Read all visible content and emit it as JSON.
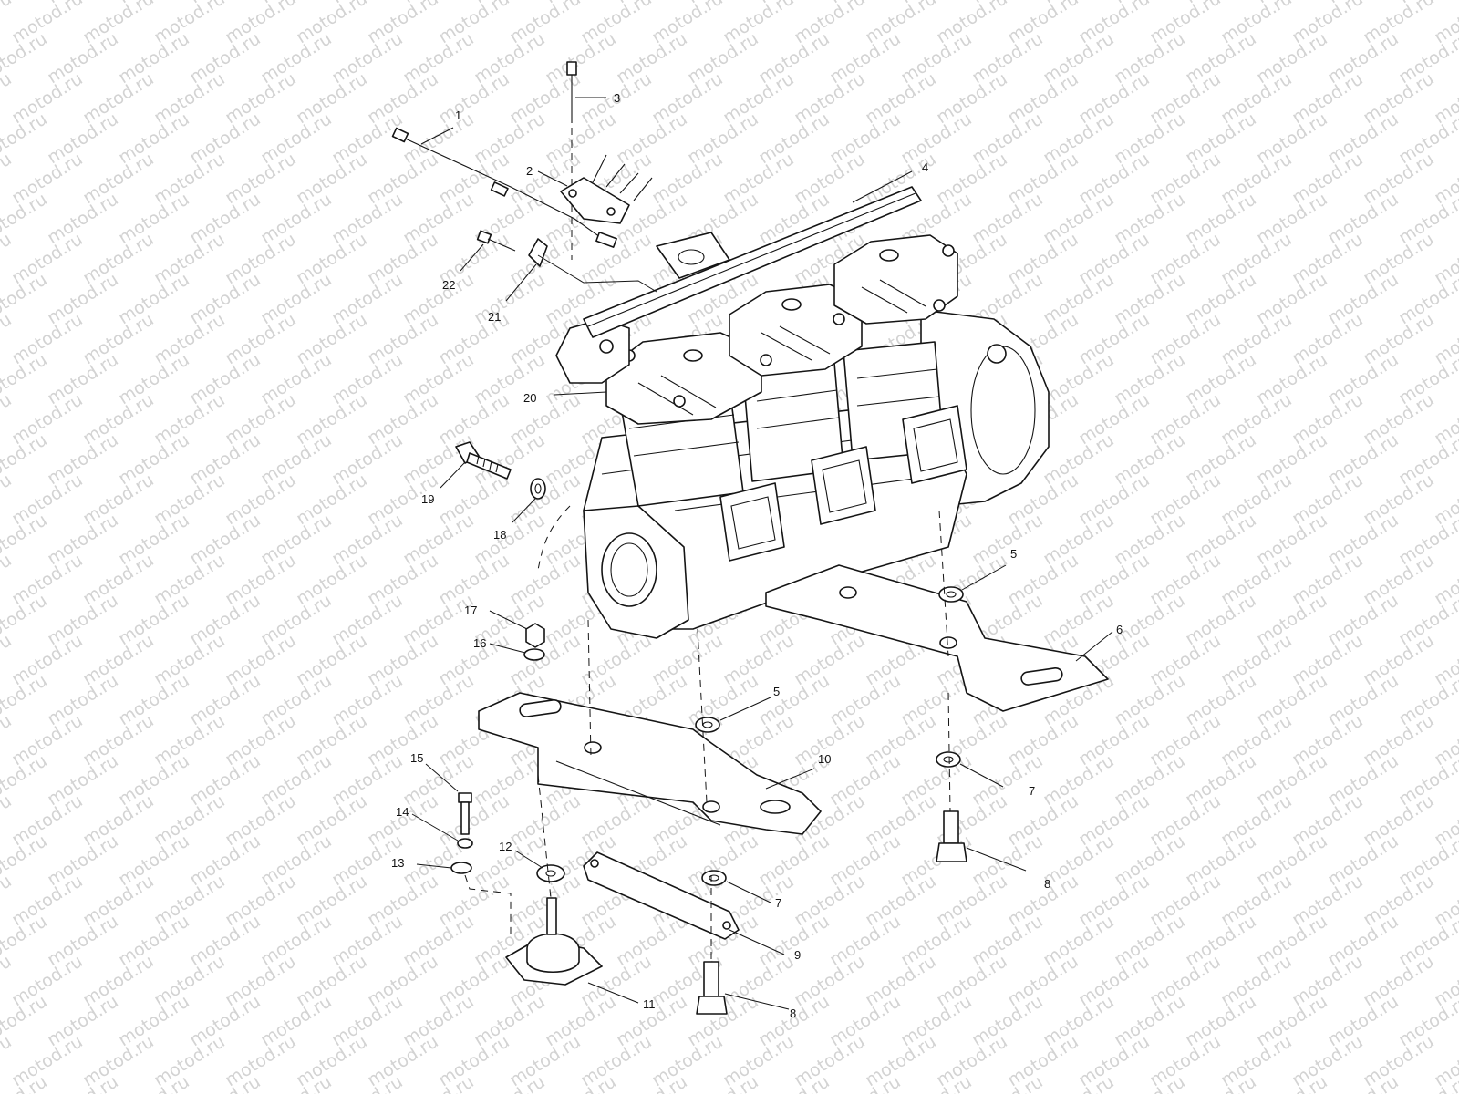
{
  "watermark": {
    "text": "motod.ru"
  },
  "callouts": [
    {
      "id": "c1",
      "text": "1"
    },
    {
      "id": "c2",
      "text": "2"
    },
    {
      "id": "c3",
      "text": "3"
    },
    {
      "id": "c4",
      "text": "4"
    },
    {
      "id": "c5a",
      "text": "5"
    },
    {
      "id": "c5b",
      "text": "5"
    },
    {
      "id": "c6",
      "text": "6"
    },
    {
      "id": "c7a",
      "text": "7"
    },
    {
      "id": "c7b",
      "text": "7"
    },
    {
      "id": "c8a",
      "text": "8"
    },
    {
      "id": "c8b",
      "text": "8"
    },
    {
      "id": "c9",
      "text": "9"
    },
    {
      "id": "c10",
      "text": "10"
    },
    {
      "id": "c11",
      "text": "11"
    },
    {
      "id": "c12",
      "text": "12"
    },
    {
      "id": "c13",
      "text": "13"
    },
    {
      "id": "c14",
      "text": "14"
    },
    {
      "id": "c15",
      "text": "15"
    },
    {
      "id": "c16",
      "text": "16"
    },
    {
      "id": "c17",
      "text": "17"
    },
    {
      "id": "c18",
      "text": "18"
    },
    {
      "id": "c19",
      "text": "19"
    },
    {
      "id": "c20",
      "text": "20"
    },
    {
      "id": "c21",
      "text": "21"
    },
    {
      "id": "c22",
      "text": "22"
    }
  ]
}
